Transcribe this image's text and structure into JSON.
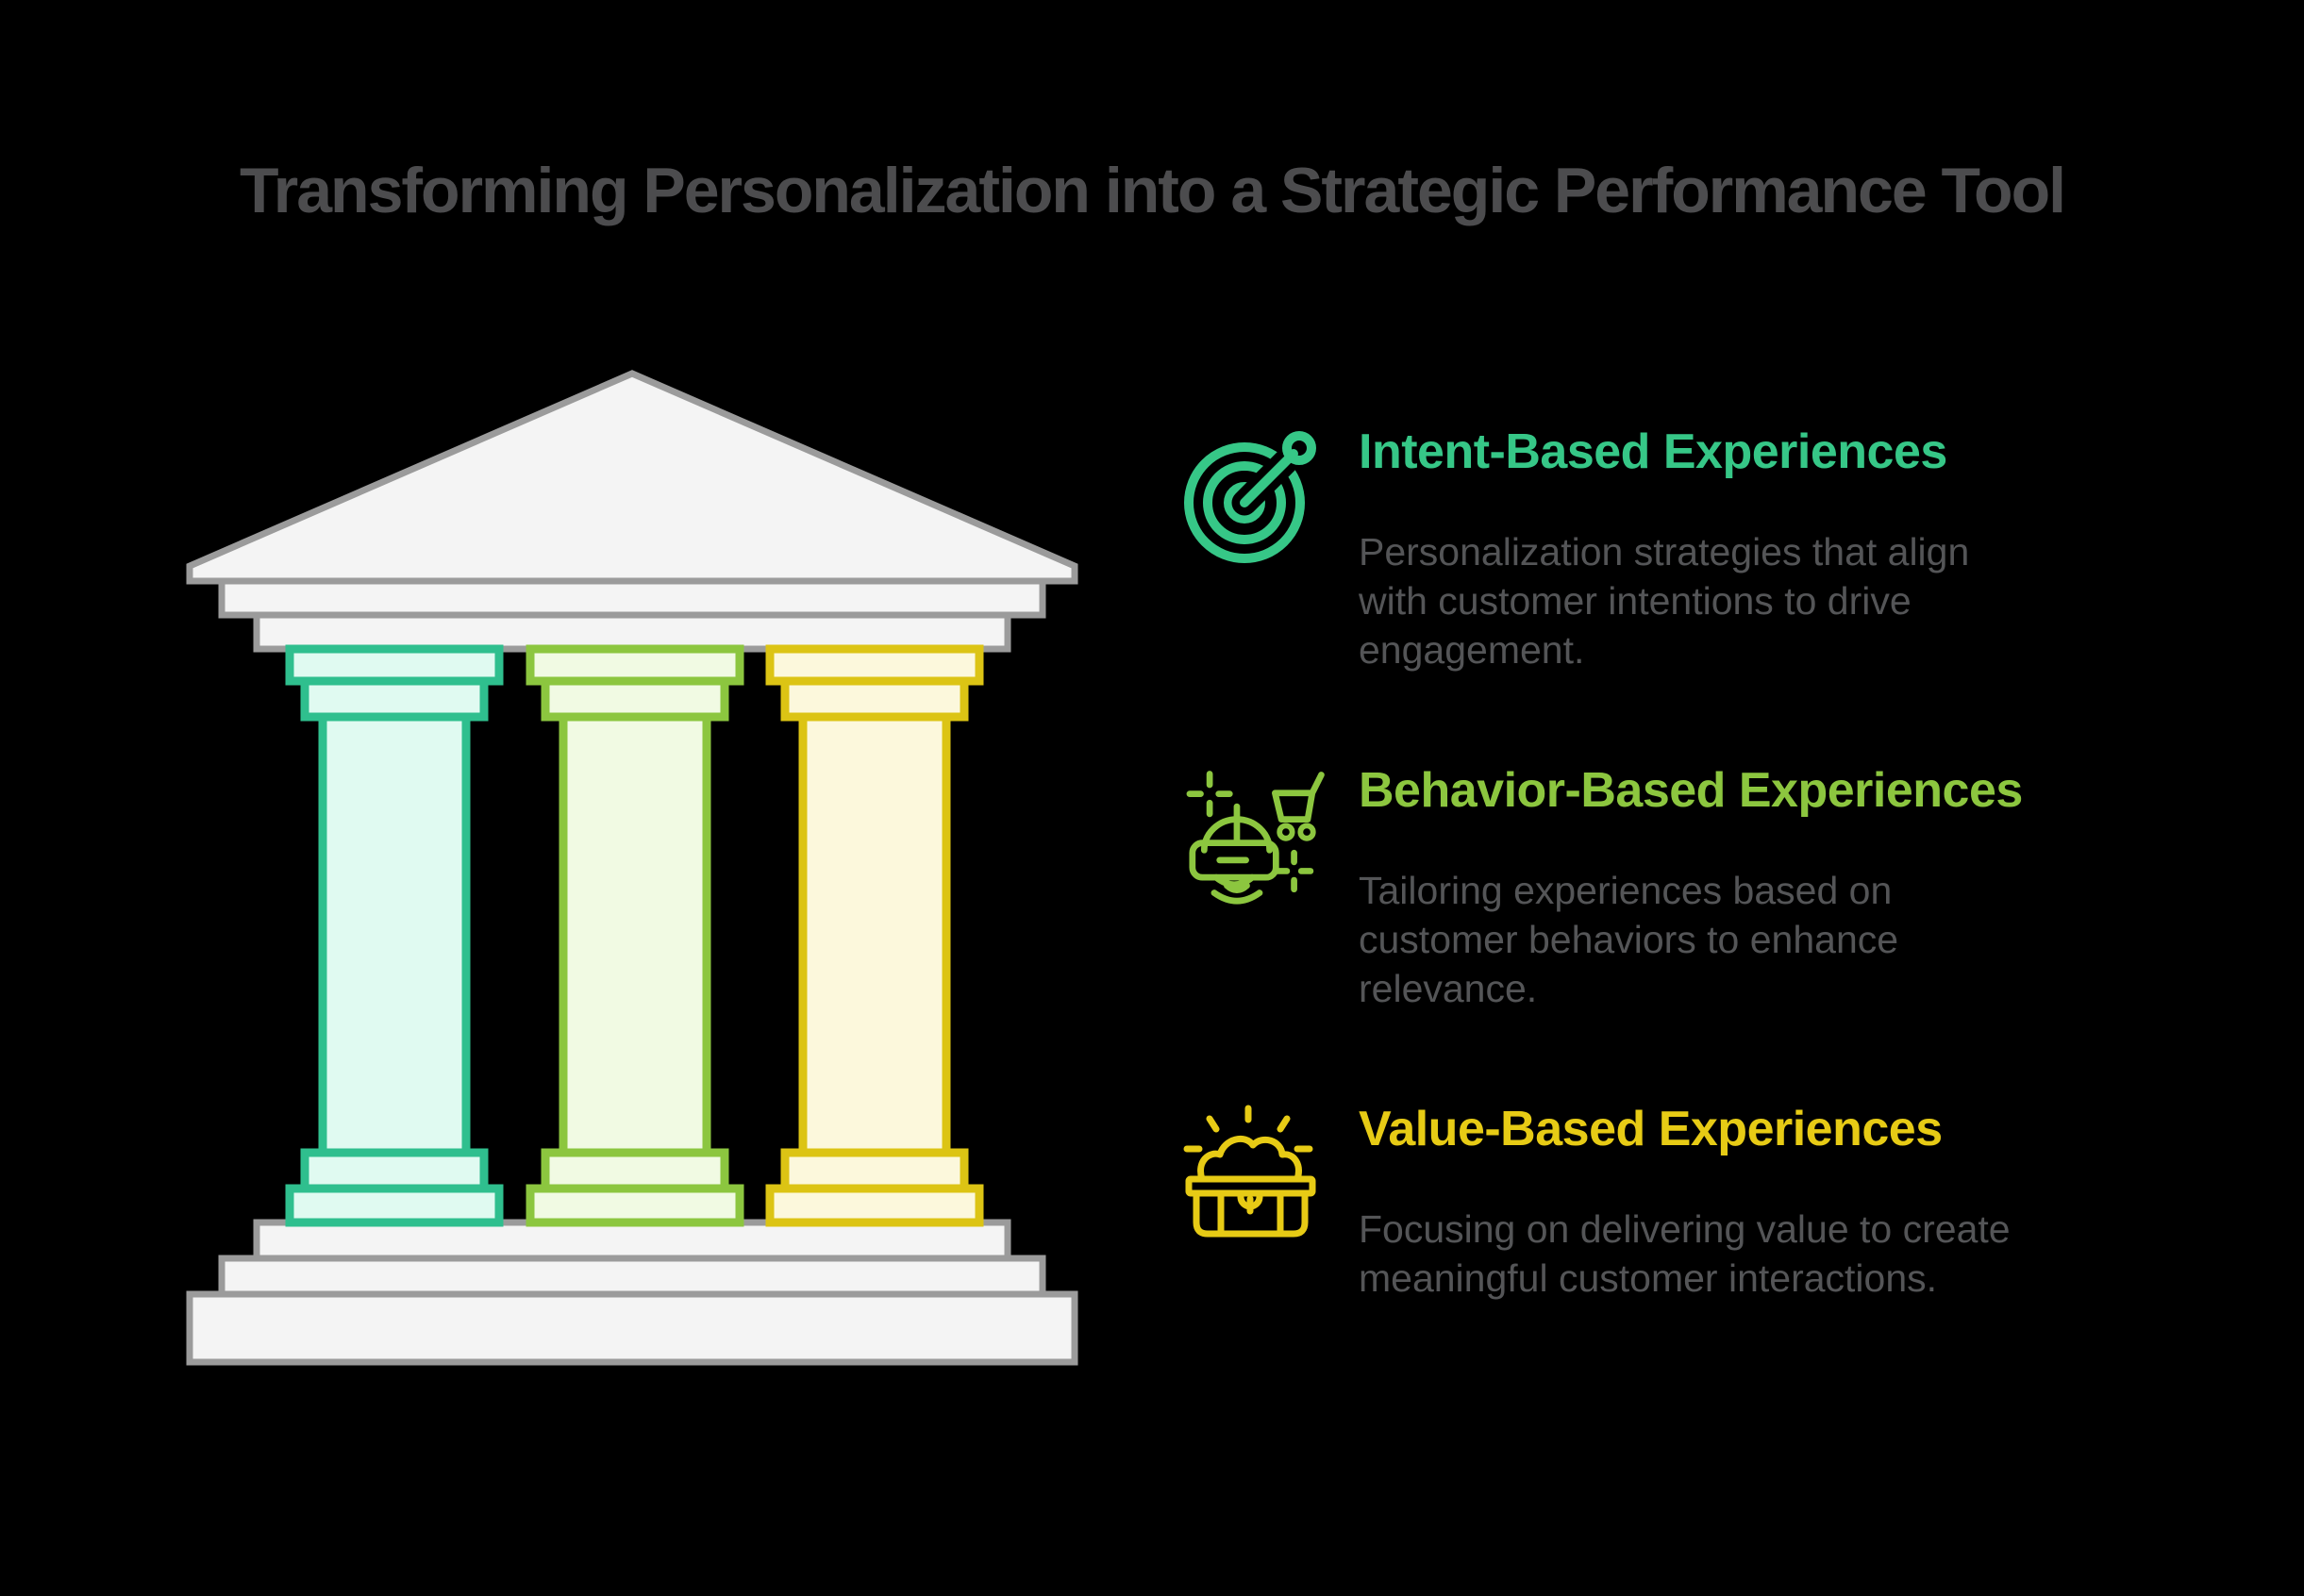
{
  "page": {
    "title": "Transforming Personalization into a Strategic Performance Tool"
  },
  "colors": {
    "background": "#000000",
    "page_title": "#4C4C4E",
    "body_text": "#545557"
  },
  "temple": {
    "structure_fill": "#F4F4F4",
    "structure_outline": "#9B9B9B",
    "pillars": [
      {
        "name": "intent-pillar",
        "stroke": "#2FBF8E",
        "fill": "#E0FAF1"
      },
      {
        "name": "behavior-pillar",
        "stroke": "#8CC63F",
        "fill": "#F1FAE3"
      },
      {
        "name": "value-pillar",
        "stroke": "#DCC414",
        "fill": "#FCF8DC"
      }
    ]
  },
  "sections": [
    {
      "id": "intent",
      "accent": "#36C787",
      "icon": "target-arrow-icon",
      "title": "Intent-Based Experiences",
      "body_lines": [
        "Personalization strategies that align",
        "with customer intentions to drive",
        "engagement."
      ]
    },
    {
      "id": "behavior",
      "accent": "#8CC63F",
      "icon": "vr-headset-cart-icon",
      "title": "Behavior-Based Experiences",
      "body_lines": [
        "Tailoring experiences based on",
        "customer behaviors to enhance",
        "relevance."
      ]
    },
    {
      "id": "value",
      "accent": "#E7CB15",
      "icon": "treasure-chest-icon",
      "title": "Value-Based Experiences",
      "body_lines": [
        "Focusing on delivering value to create",
        "meaningful customer interactions."
      ]
    }
  ]
}
